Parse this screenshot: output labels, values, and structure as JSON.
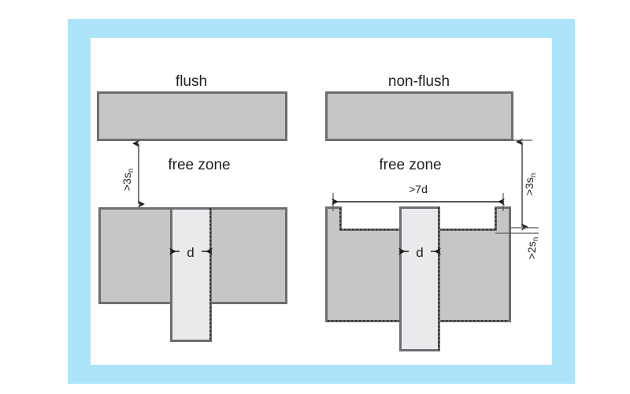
{
  "figure": {
    "background_color": "#ffffff",
    "frame_color": "#ace5fa",
    "panel_color": "#ffffff",
    "block_fill": "#c6c6c6",
    "sensor_fill": "#e8eaec",
    "stroke_color": "#6d6e71",
    "dim_line_color": "#58595b",
    "text_color": "#231f20"
  },
  "diagrams": [
    {
      "id": "flush",
      "title": "flush",
      "free_zone_label": "free zone",
      "vertical_dim_label": ">3s",
      "vertical_dim_sub": "n",
      "sensor_dim_label": "d"
    },
    {
      "id": "non-flush",
      "title": "non-flush",
      "free_zone_label": "free zone",
      "vertical_dim_label": ">3s",
      "vertical_dim_sub": "n",
      "depth_dim_label": ">2s",
      "depth_dim_sub": "n",
      "width_dim_label": ">7d",
      "sensor_dim_label": "d"
    }
  ]
}
